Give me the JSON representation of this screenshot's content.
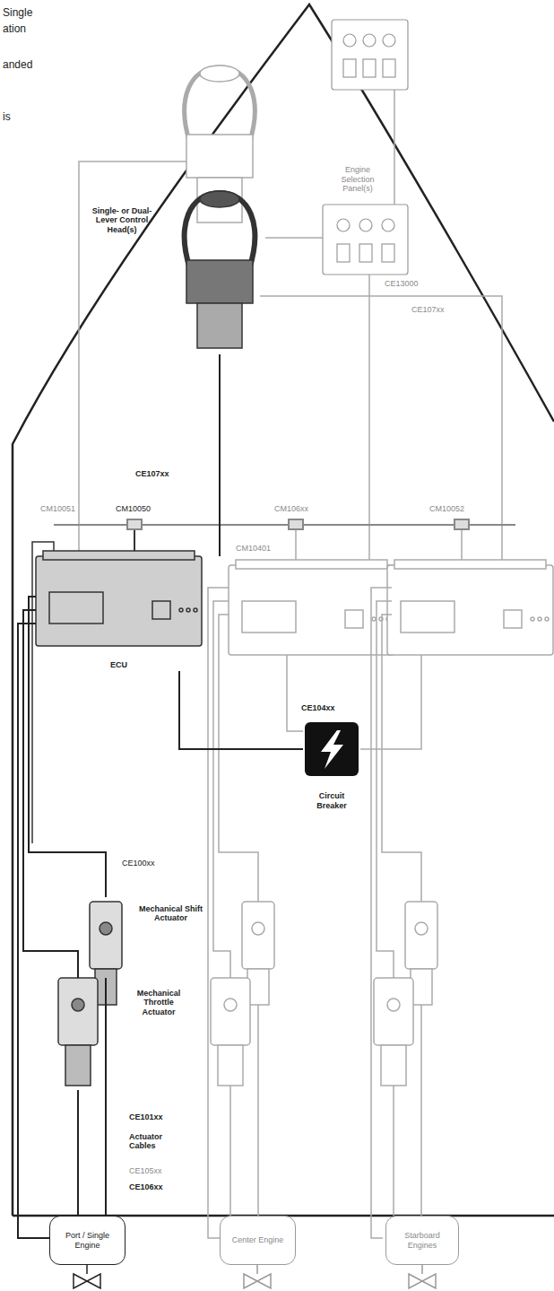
{
  "diagram": {
    "nodes": [
      {
        "text": [
          "Single- or Dual-Lever Control Head(s)"
        ]
      },
      {
        "text": [
          "Engine Selection Panel(s)"
        ]
      },
      {
        "text": [
          "ECU"
        ]
      },
      {
        "text": [
          "Circuit Breaker"
        ]
      },
      {
        "text": [
          "Mechanical Shift Actuator"
        ]
      },
      {
        "text": [
          "Mechanical Throttle Actuator"
        ]
      },
      {
        "text": [
          "Port / Single Engine"
        ]
      },
      {
        "text": [
          "Center Engine"
        ]
      },
      {
        "text": [
          "Starboard Engines"
        ]
      }
    ],
    "edges": [
      {
        "from": 0,
        "to": 2,
        "arrow": "none"
      },
      {
        "from": 2,
        "to": 4,
        "arrow": "none"
      },
      {
        "from": 2,
        "to": 5,
        "arrow": "none"
      },
      {
        "from": 2,
        "to": 6,
        "arrow": "none"
      },
      {
        "from": 2,
        "to": 3,
        "arrow": "none"
      },
      {
        "from": 4,
        "to": 6,
        "arrow": "none"
      },
      {
        "from": 5,
        "to": 6,
        "arrow": "none"
      }
    ],
    "labels": [
      "Single",
      "ation",
      "anded",
      "is",
      "CE107xx",
      "CE13000",
      "CE107xx",
      "CM10051",
      "CM10050",
      "CM106xx",
      "CM10052",
      "CM10401",
      "CE104xx",
      "CE100xx",
      "CE101xx",
      "Actuator Cables",
      "CE105xx",
      "CE106xx"
    ]
  }
}
